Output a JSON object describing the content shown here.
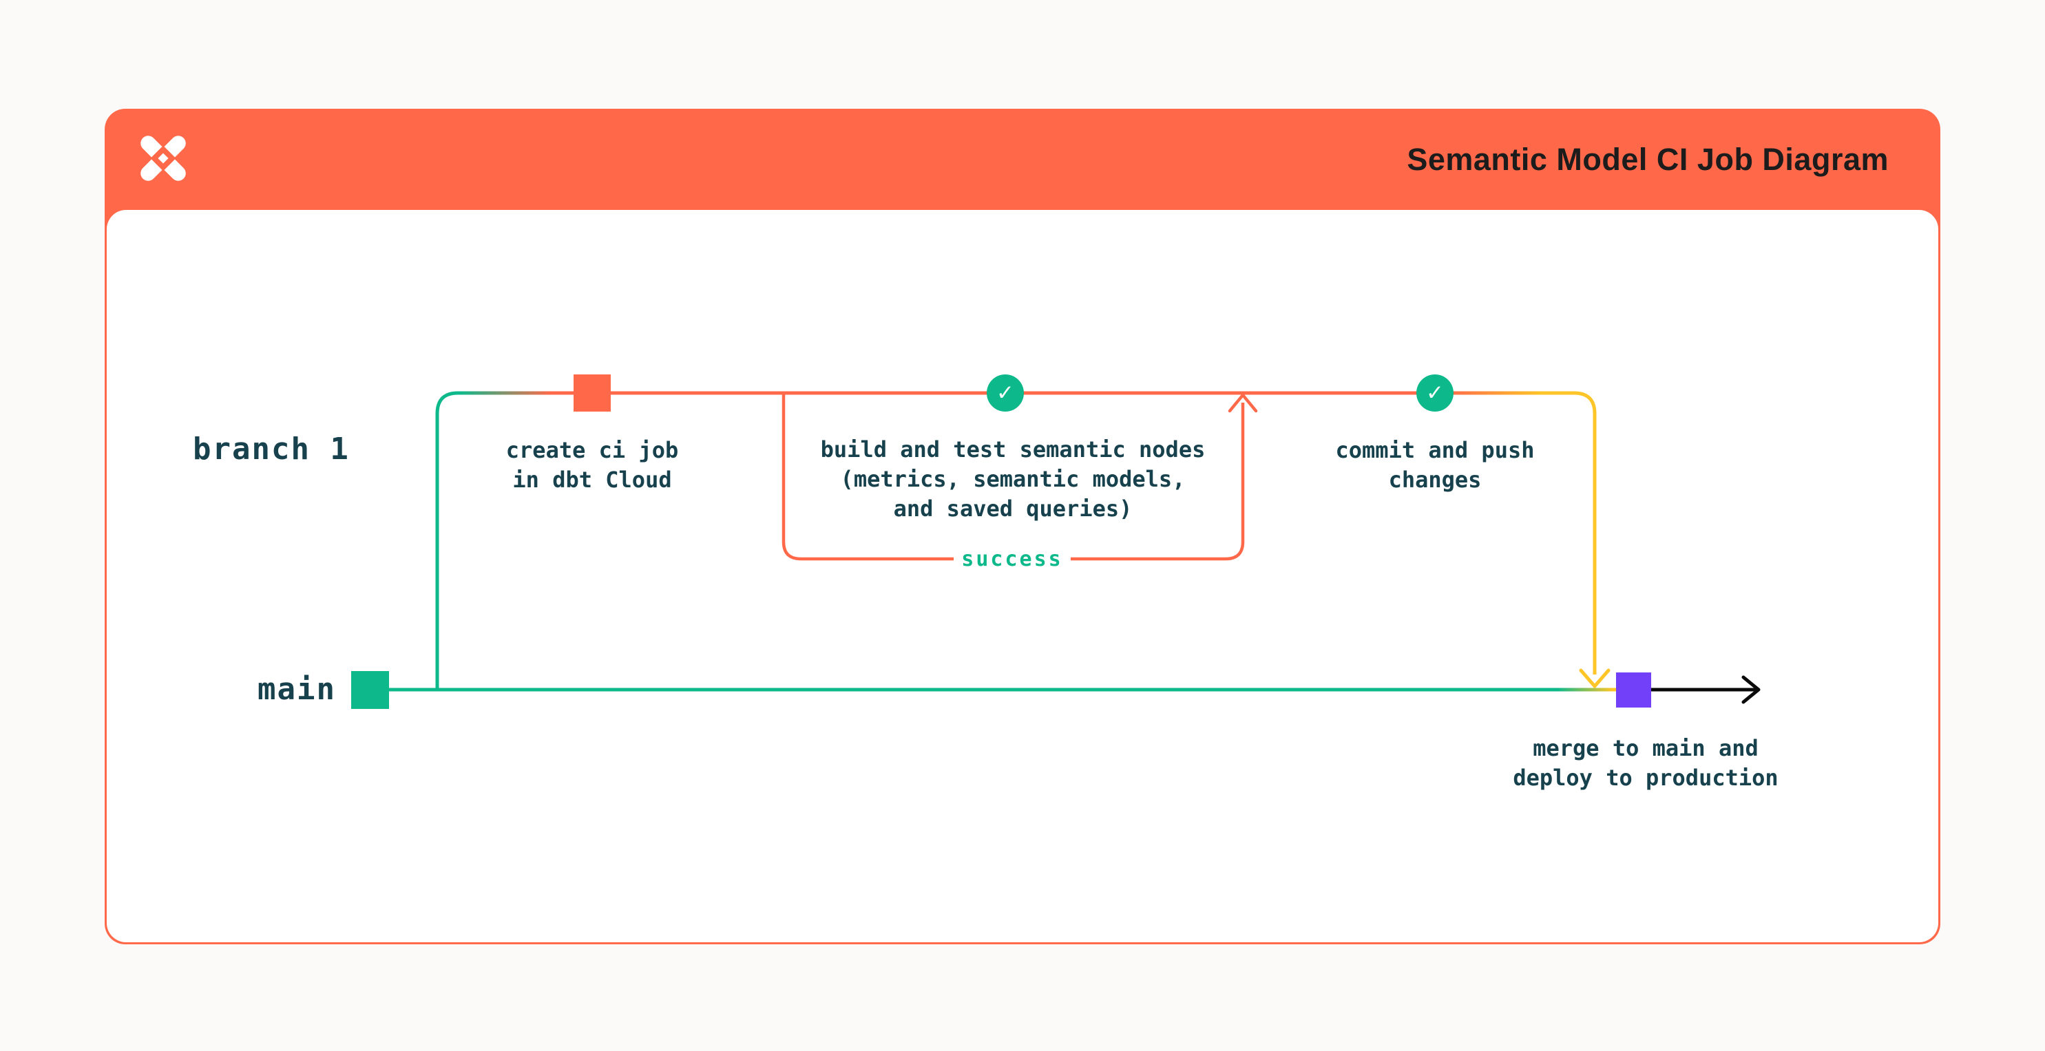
{
  "page": {
    "background_color": "#fbfaf8"
  },
  "header": {
    "title": "Semantic Model CI Job Diagram",
    "background_color": "#ff694a",
    "title_color": "#1c1c1c",
    "logo_icon": "dbt-logo"
  },
  "colors": {
    "orange": "#ff694a",
    "green": "#0db98a",
    "yellow": "#fdc527",
    "purple": "#7340fa",
    "dark_text": "#17424d",
    "black": "#0a0a0a"
  },
  "diagram": {
    "lanes": {
      "branch_label": "branch 1",
      "main_label": "main"
    },
    "check_glyph": "✓",
    "loop_label": "success",
    "nodes": [
      {
        "id": "create-ci-job",
        "shape": "square",
        "color": "#ff694a",
        "lines": [
          "create ci job",
          "in dbt Cloud"
        ]
      },
      {
        "id": "build-and-test",
        "shape": "check-circle",
        "color": "#0db98a",
        "lines": [
          "build and test semantic nodes",
          "(metrics, semantic models,",
          "and saved queries)"
        ]
      },
      {
        "id": "commit-and-push",
        "shape": "check-circle",
        "color": "#0db98a",
        "lines": [
          "commit and push",
          "changes"
        ]
      },
      {
        "id": "merge-and-deploy",
        "shape": "square",
        "color": "#7340fa",
        "lines": [
          "merge to main and",
          "deploy to production"
        ]
      }
    ]
  }
}
